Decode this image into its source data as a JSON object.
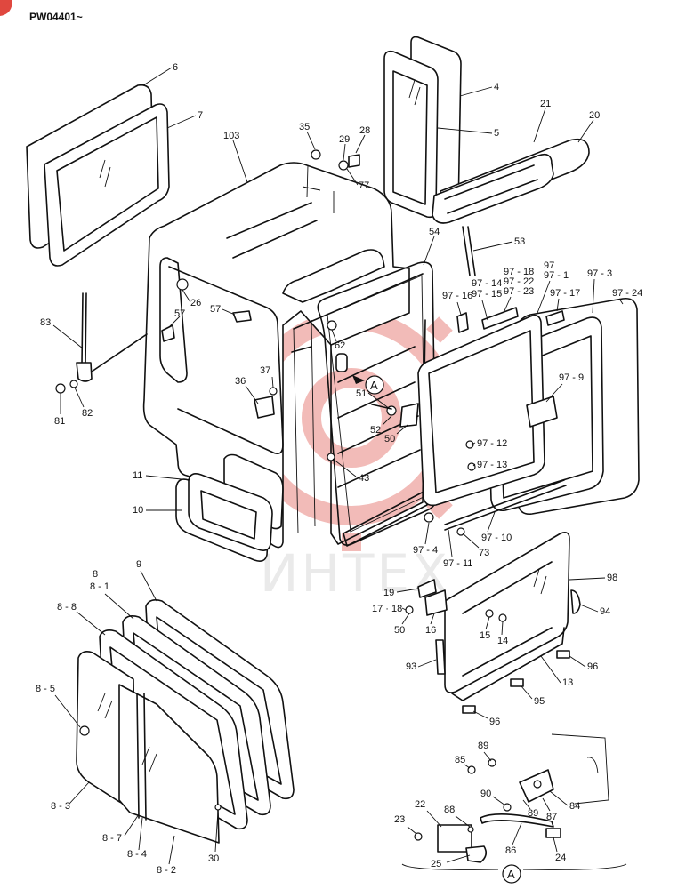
{
  "header": {
    "model_code": "PW04401~"
  },
  "watermark": {
    "text": "ИНТЕХ",
    "color": "#e0483f"
  },
  "detail_marker": "A",
  "part_labels": {
    "p6": "6",
    "p7": "7",
    "p4": "4",
    "p5": "5",
    "p21": "21",
    "p20": "20",
    "p103": "103",
    "p35": "35",
    "p29": "29",
    "p28": "28",
    "p77": "77",
    "p53": "53",
    "p54": "54",
    "p26": "26",
    "p57a": "57",
    "p57b": "57",
    "p83": "83",
    "p81": "81",
    "p82": "82",
    "p62": "62",
    "p37": "37",
    "p36": "36",
    "p51": "51",
    "p52": "52",
    "p50a": "50",
    "p43": "43",
    "p11": "11",
    "p10": "10",
    "p97_16": "97 - 16",
    "p97_15": "97 - 15",
    "p97_14": "97 - 14",
    "p97_18": "97 - 18",
    "p97_22": "97 - 22",
    "p97_23": "97 - 23",
    "p97": "97",
    "p97_1": "97 - 1",
    "p97_17": "97 - 17",
    "p97_3": "97 - 3",
    "p97_24": "97 - 24",
    "p97_9": "97 - 9",
    "p97_12": "97 - 12",
    "p97_13": "97 - 13",
    "p97_4": "97 - 4",
    "p97_11": "97 - 11",
    "p97_10": "97 - 10",
    "p73": "73",
    "p98": "98",
    "p19": "19",
    "p17_18": "17 · 18",
    "p50b": "50",
    "p16": "16",
    "p15": "15",
    "p14": "14",
    "p94": "94",
    "p93": "93",
    "p13": "13",
    "p96a": "96",
    "p95": "95",
    "p96b": "96",
    "p8": "8",
    "p8_1": "8 - 1",
    "p9": "9",
    "p8_8": "8 - 8",
    "p8_5": "8 - 5",
    "p8_3": "8 - 3",
    "p8_7": "8 - 7",
    "p8_4": "8 - 4",
    "p8_2": "8 - 2",
    "p30": "30",
    "p89a": "89",
    "p85": "85",
    "p90": "90",
    "p89b": "89",
    "p84": "84",
    "p87": "87",
    "p22": "22",
    "p88": "88",
    "p23": "23",
    "p86": "86",
    "p24": "24",
    "p25": "25"
  }
}
